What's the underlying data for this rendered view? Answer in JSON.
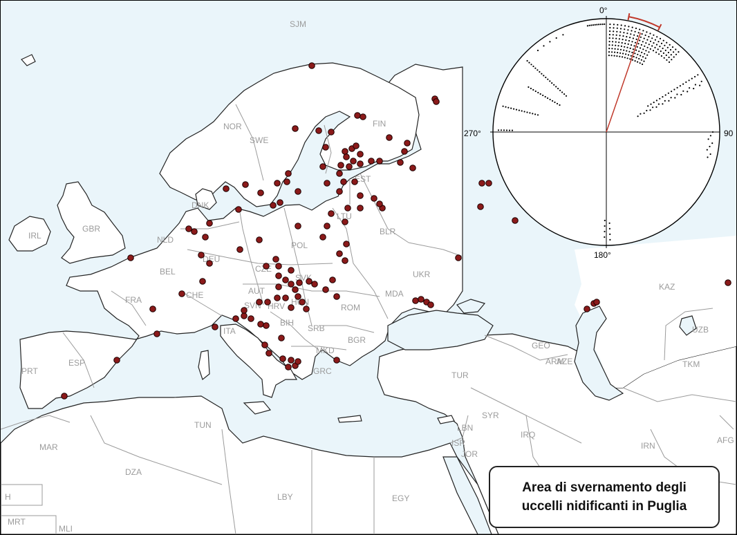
{
  "legend": {
    "line1": "Area di svernamento degli",
    "line2": "uccelli nidificanti in Puglia"
  },
  "colors": {
    "sea": "#eaf5fa",
    "land": "#ffffff",
    "border": "#9a9a9a",
    "coast": "#222222",
    "dot_fill": "#8b1a1a",
    "mean_vector": "#c0392b"
  },
  "countries": [
    "SJM",
    "FIN",
    "SWE",
    "NOR",
    "EST",
    "LTU",
    "BLR",
    "IRL",
    "GBR",
    "DNK",
    "POL",
    "DEU",
    "NLD",
    "BEL",
    "CZE",
    "SVK",
    "AUT",
    "CHE",
    "FRA",
    "HUN",
    "ROM",
    "MDA",
    "UKR",
    "SVN",
    "HRV",
    "BIH",
    "SRB",
    "BGR",
    "MKD",
    "ITA",
    "GRC",
    "ESP",
    "PRT",
    "TUR",
    "GEO",
    "ARM",
    "AZE",
    "KAZ",
    "UZB",
    "TKM",
    "SYR",
    "LBN",
    "IRQ",
    "IRN",
    "AFG",
    "ISR",
    "JOR",
    "MAR",
    "DZA",
    "TUN",
    "LBY",
    "EGY",
    "MRT",
    "MLI",
    "H"
  ],
  "compass": {
    "labels": {
      "north": "0°",
      "east": "90",
      "south": "180°",
      "west": "270°"
    },
    "mean_direction_deg": 19,
    "confidence_interval_deg": [
      11,
      27
    ]
  }
}
